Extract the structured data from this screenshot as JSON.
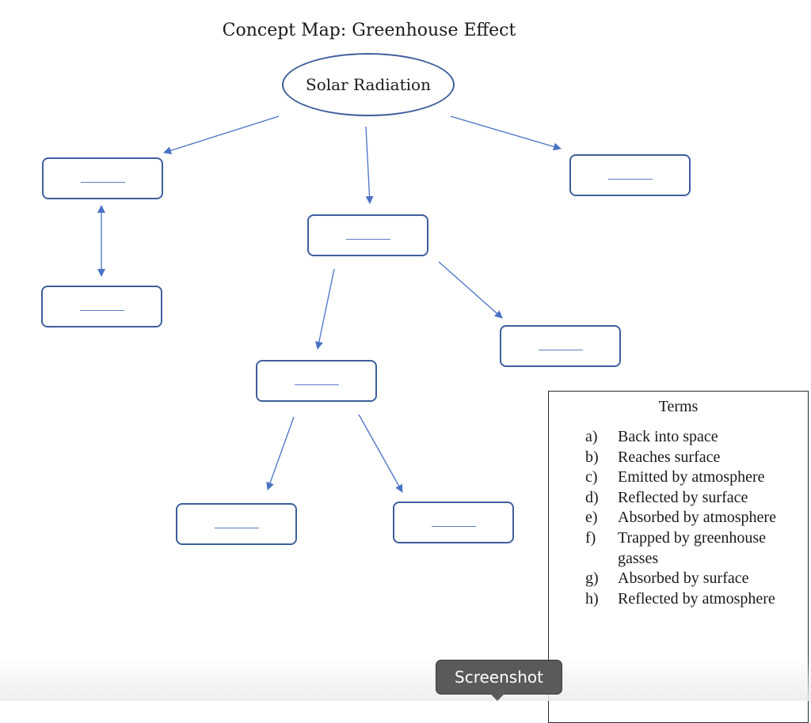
{
  "title": "Concept Map: Greenhouse Effect",
  "root": {
    "label": "Solar Radiation"
  },
  "terms": {
    "heading": "Terms",
    "items": [
      {
        "letter": "a)",
        "text": "Back into space"
      },
      {
        "letter": "b)",
        "text": "Reaches surface"
      },
      {
        "letter": "c)",
        "text": "Emitted by atmosphere"
      },
      {
        "letter": "d)",
        "text": "Reflected by surface"
      },
      {
        "letter": "e)",
        "text": "Absorbed by atmosphere"
      },
      {
        "letter": "f)",
        "text": "Trapped by greenhouse gasses"
      },
      {
        "letter": "g)",
        "text": "Absorbed by surface"
      },
      {
        "letter": "h)",
        "text": "Reflected by atmosphere"
      }
    ]
  },
  "tooltip": {
    "label": "Screenshot"
  },
  "colors": {
    "node_border": "#3d5f9c",
    "arrow": "#4a72c4",
    "blank_line": "#5b7ec4"
  }
}
